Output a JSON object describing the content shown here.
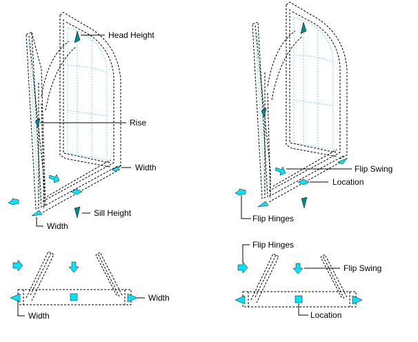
{
  "colors": {
    "grip_light": "#00e5ff",
    "grip_dark": "#008b8b",
    "outline": "#000000",
    "glazing": "#7fd4e8"
  },
  "left_iso": {
    "labels": {
      "head_height": "Head Height",
      "rise": "Rise",
      "width_right": "Width",
      "sill_height": "Sill Height",
      "width_bottom": "Width"
    }
  },
  "right_iso": {
    "labels": {
      "flip_swing": "Flip Swing",
      "location": "Location",
      "flip_hinges": "Flip Hinges"
    }
  },
  "left_plan": {
    "labels": {
      "width_right": "Width",
      "width_left": "Width"
    }
  },
  "right_plan": {
    "labels": {
      "flip_hinges": "Flip Hinges",
      "flip_swing": "Flip Swing",
      "location": "Location"
    }
  }
}
